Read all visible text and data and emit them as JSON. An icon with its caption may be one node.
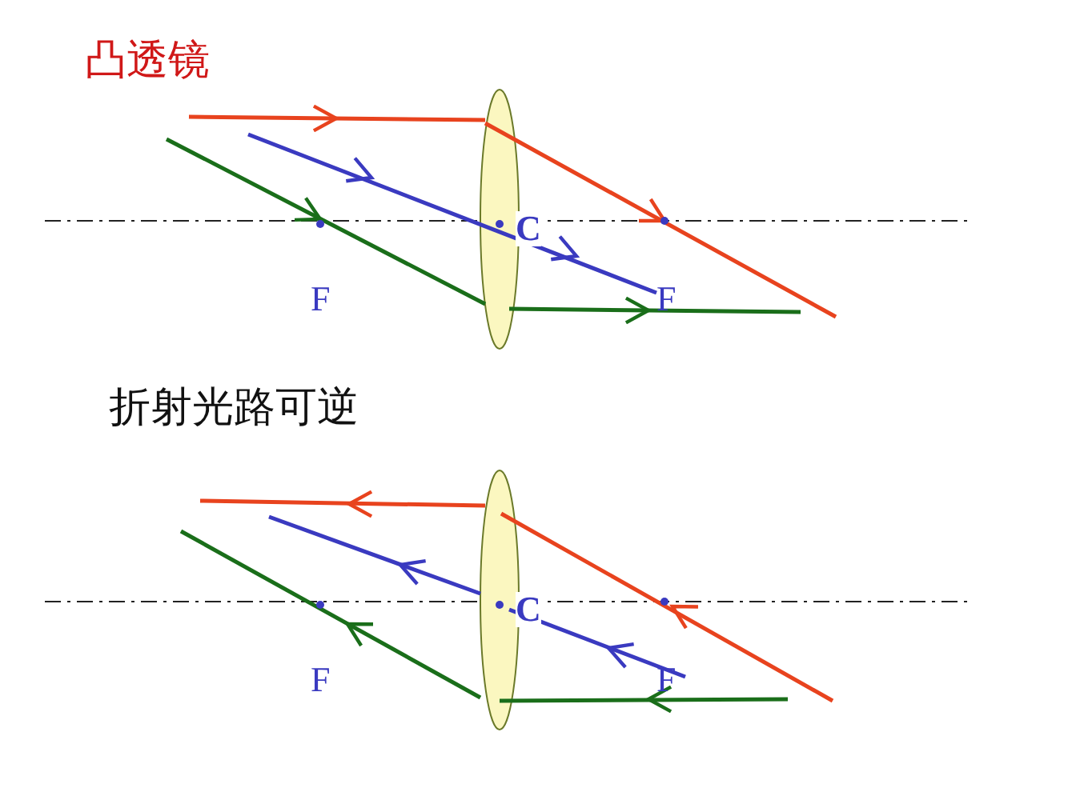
{
  "diagram": {
    "title": "凸透镜",
    "labels": [
      "C",
      "F",
      "F",
      "折射光路可逆",
      "C",
      "F",
      "F"
    ]
  }
}
